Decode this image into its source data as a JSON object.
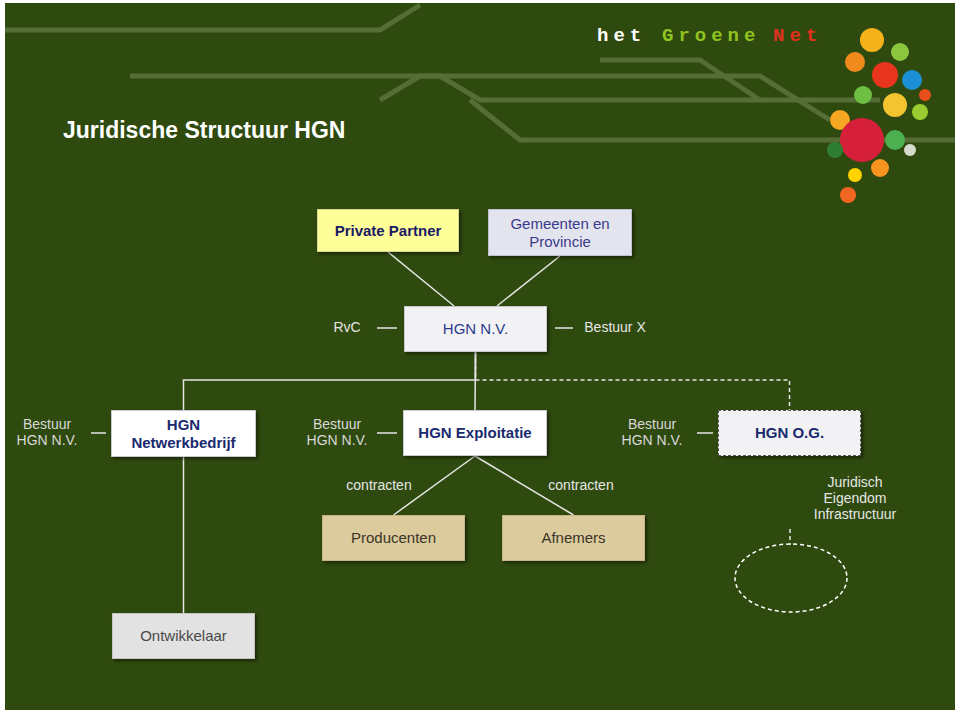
{
  "diagram": {
    "title": "Juridische Structuur HGN",
    "nodes": [
      {
        "text": [
          "Private Partner"
        ]
      },
      {
        "text": [
          "Gemeenten en Provincie"
        ]
      },
      {
        "text": [
          "HGN N.V."
        ]
      },
      {
        "text": [
          "HGN Netwerkbedrijf"
        ]
      },
      {
        "text": [
          "HGN Exploitatie"
        ]
      },
      {
        "text": [
          "HGN O.G."
        ]
      },
      {
        "text": [
          "Producenten"
        ]
      },
      {
        "text": [
          "Afnemers"
        ]
      },
      {
        "text": [
          "Ontwikkelaar"
        ]
      }
    ],
    "edges": [
      {
        "from": 0,
        "to": 2,
        "arrow": "none"
      },
      {
        "from": 1,
        "to": 2,
        "arrow": "none"
      },
      {
        "from": 2,
        "to": 3,
        "arrow": "none"
      },
      {
        "from": 2,
        "to": 4,
        "arrow": "none"
      },
      {
        "from": 2,
        "to": 5,
        "arrow": "none"
      },
      {
        "from": 4,
        "to": 6,
        "label": "contracten",
        "arrow": "none"
      },
      {
        "from": 4,
        "to": 7,
        "label": "contracten",
        "arrow": "none"
      },
      {
        "from": 3,
        "to": 8,
        "arrow": "none"
      }
    ],
    "labels": [
      "het",
      "Groene",
      "Net",
      "RvC",
      "Bestuur X",
      "Bestuur HGN N.V.",
      "Bestuur HGN N.V.",
      "Bestuur HGN N.V.",
      "Juridisch Eigendom Infrastructuur"
    ]
  }
}
